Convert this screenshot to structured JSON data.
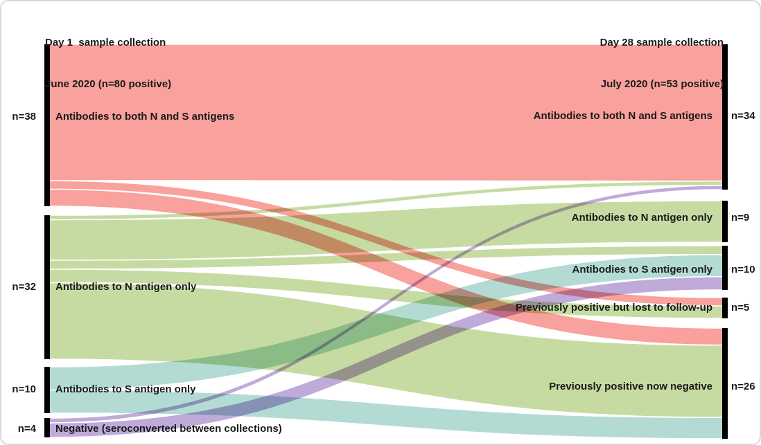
{
  "figure": {
    "header_left": {
      "line1": "Day 1  sample collection",
      "line2": "June 2020 (n=80 positive)"
    },
    "header_right": {
      "line1": "Day 28 sample collection",
      "line2": "July 2020 (n=53 positive)"
    }
  },
  "palette": {
    "pink": "#f9a19c",
    "green": "#c6dba2",
    "teal": "#b3dbd4",
    "purple": "#bfaada",
    "bar": "#000000",
    "text": "#1a1a1a",
    "border": "#d9d9d9"
  },
  "chart_data": {
    "type": "sankey",
    "title_left": "Day 1  sample collection June 2020 (n=80 positive)",
    "title_right": "Day 28 sample collection July 2020 (n=53 positive)",
    "nodes": {
      "left": [
        {
          "id": "d1_both",
          "label": "Antibodies to both N and S antigens",
          "count_label": "n=38",
          "value": 38,
          "color": "#f9a19c"
        },
        {
          "id": "d1_n",
          "label": "Antibodies to N antigen only",
          "count_label": "n=32",
          "value": 32,
          "color": "#c6dba2"
        },
        {
          "id": "d1_s",
          "label": "Antibodies to S antigen only",
          "count_label": "n=10",
          "value": 10,
          "color": "#b3dbd4"
        },
        {
          "id": "d1_neg",
          "label": "Negative (seroconverted between collections)",
          "count_label": "n=4",
          "value": 4,
          "color": "#bfaada"
        }
      ],
      "right": [
        {
          "id": "d28_both",
          "label": "Antibodies to both N and S antigens",
          "count_label": "n=34",
          "value": 34
        },
        {
          "id": "d28_n",
          "label": "Antibodies to N antigen only",
          "count_label": "n=9",
          "value": 9
        },
        {
          "id": "d28_s",
          "label": "Antibodies to S antigen only",
          "count_label": "n=10",
          "value": 10
        },
        {
          "id": "d28_lost",
          "label": "Previously positive but lost to follow-up",
          "count_label": "n=5",
          "value": 5
        },
        {
          "id": "d28_negnow",
          "label": "Previously positive now negative",
          "count_label": "n=26",
          "value": 26
        }
      ]
    },
    "flows": [
      {
        "source": "d1_both",
        "target": "d28_both",
        "value": 32
      },
      {
        "source": "d1_both",
        "target": "d28_lost",
        "value": 2
      },
      {
        "source": "d1_both",
        "target": "d28_negnow",
        "value": 4
      },
      {
        "source": "d1_n",
        "target": "d28_both",
        "value": 1
      },
      {
        "source": "d1_n",
        "target": "d28_n",
        "value": 9
      },
      {
        "source": "d1_n",
        "target": "d28_s",
        "value": 2
      },
      {
        "source": "d1_n",
        "target": "d28_lost",
        "value": 3
      },
      {
        "source": "d1_n",
        "target": "d28_negnow",
        "value": 17
      },
      {
        "source": "d1_s",
        "target": "d28_s",
        "value": 5
      },
      {
        "source": "d1_s",
        "target": "d28_negnow",
        "value": 5
      },
      {
        "source": "d1_neg",
        "target": "d28_both",
        "value": 1
      },
      {
        "source": "d1_neg",
        "target": "d28_s",
        "value": 3
      }
    ]
  }
}
